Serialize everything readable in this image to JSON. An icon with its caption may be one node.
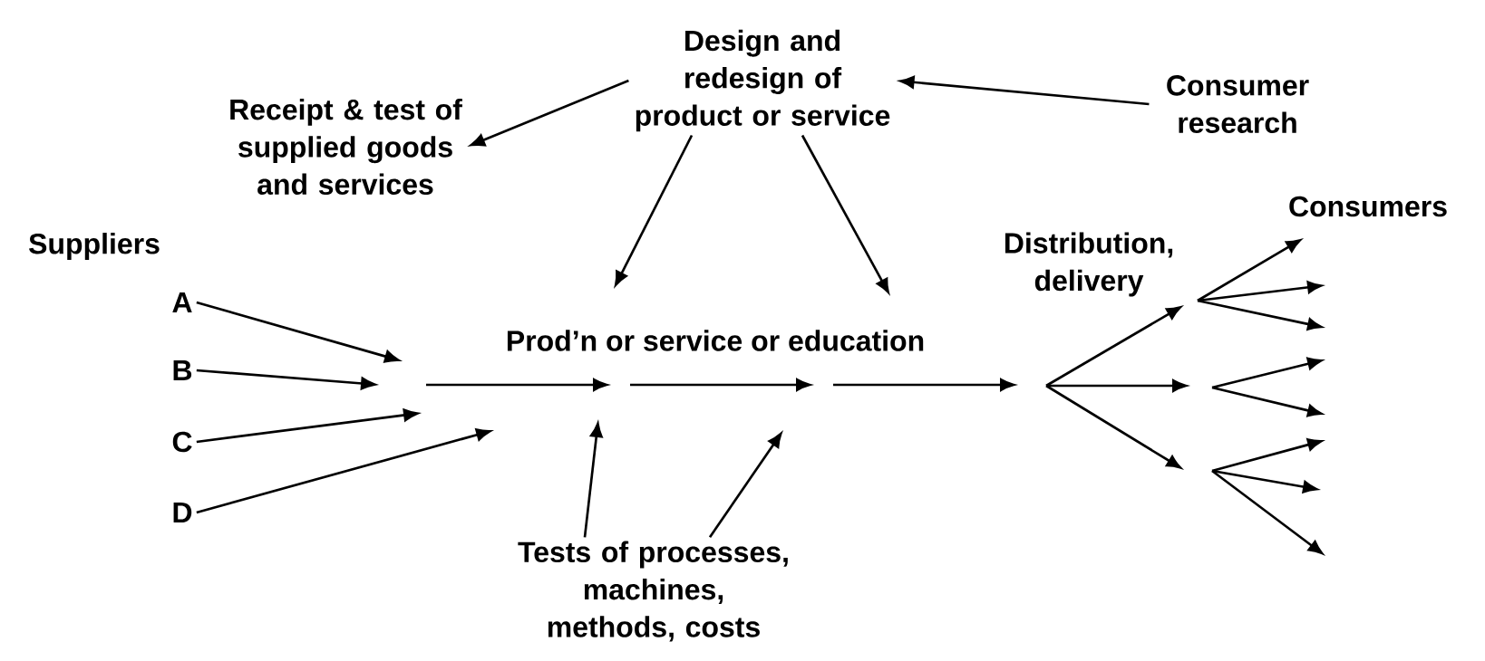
{
  "diagram": {
    "nodes": [
      {
        "text": [
          "Design and redesign of product or service"
        ]
      },
      {
        "text": [
          "Receipt & test of supplied goods and services"
        ]
      },
      {
        "text": [
          "Consumer research"
        ]
      },
      {
        "text": [
          "A"
        ]
      },
      {
        "text": [
          "B"
        ]
      },
      {
        "text": [
          "C"
        ]
      },
      {
        "text": [
          "D"
        ]
      },
      {
        "text": [
          "Tests of processes, machines, methods, costs"
        ]
      }
    ],
    "edges": [
      {
        "from": 0,
        "to": 1,
        "arrow": "to"
      },
      {
        "from": 2,
        "to": 0,
        "arrow": "to"
      },
      {
        "from": 0,
        "to": null,
        "arrow": "to"
      },
      {
        "from": 0,
        "to": null,
        "arrow": "to"
      },
      {
        "from": 3,
        "to": null,
        "arrow": "to"
      },
      {
        "from": 4,
        "to": null,
        "arrow": "to"
      },
      {
        "from": 5,
        "to": null,
        "arrow": "to"
      },
      {
        "from": 6,
        "to": null,
        "arrow": "to"
      },
      {
        "from": 7,
        "to": null,
        "arrow": "to"
      },
      {
        "from": 7,
        "to": null,
        "arrow": "to"
      }
    ],
    "labels": [
      "Consumers",
      "Suppliers",
      "Distribution, delivery",
      "Prod’n or service or education"
    ]
  }
}
